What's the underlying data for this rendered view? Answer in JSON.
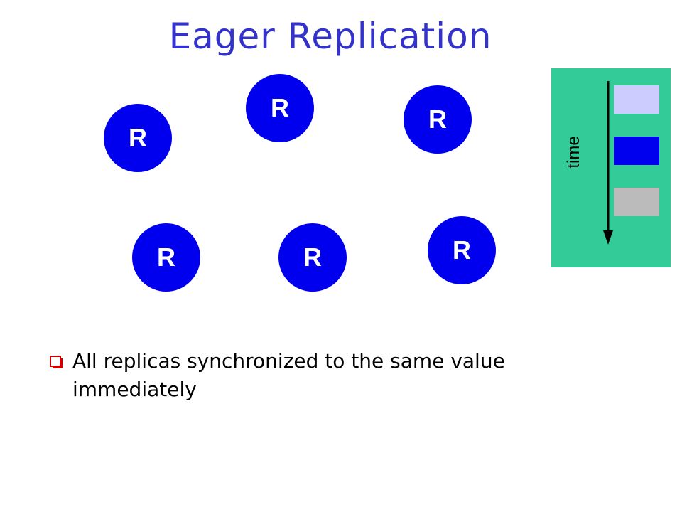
{
  "slide": {
    "title": "Eager Replication"
  },
  "replicas": [
    {
      "label": "R"
    },
    {
      "label": "R"
    },
    {
      "label": "R"
    },
    {
      "label": "R"
    },
    {
      "label": "R"
    },
    {
      "label": "R"
    }
  ],
  "timeline": {
    "axis_label": "time",
    "blocks": [
      {
        "color": "#ccccff"
      },
      {
        "color": "#0000ee"
      },
      {
        "color": "#bbbbbb"
      }
    ]
  },
  "bullets": [
    {
      "text": "All replicas synchronized to the same value immediately"
    }
  ],
  "colors": {
    "title": "#3333cc",
    "replica": "#0000ee",
    "panel": "#33cc99",
    "bullet": "#cc0000"
  }
}
